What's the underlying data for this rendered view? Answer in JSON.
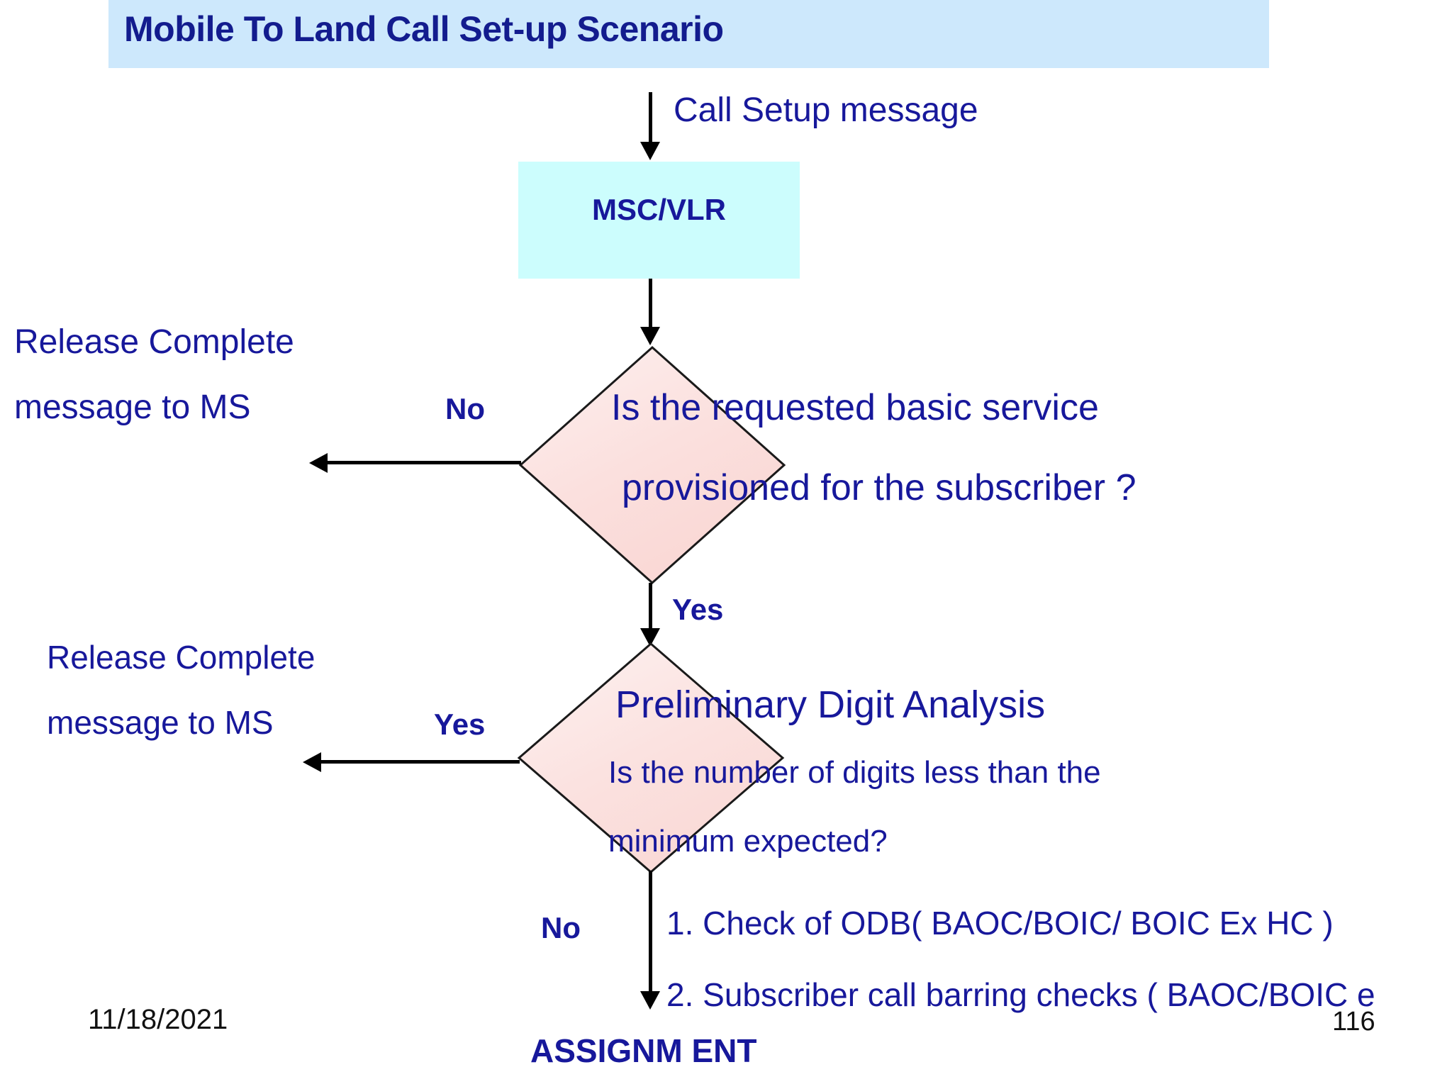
{
  "slide": {
    "title": "Mobile To Land Call Set-up Scenario",
    "banner_color": "#cde8fc",
    "text_color": "#17189b",
    "page_number": "116",
    "date": "11/18/2021"
  },
  "flow": {
    "entry_message": "Call Setup message",
    "msc_box": {
      "label": "MSC/VLR",
      "fill": "#ccfdfd"
    },
    "decision_1": {
      "line1": "Is the requested basic service",
      "line2": "provisioned for the subscriber ?",
      "fill": "#fbe2e0",
      "no_label": "No",
      "yes_label": "Yes",
      "no_branch": {
        "line1": "Release Complete",
        "line2": "message to MS"
      }
    },
    "decision_2": {
      "heading": "Preliminary  Digit Analysis",
      "line1": "Is the number of digits less than the",
      "line2": "minimum expected?",
      "fill": "#fbe2e0",
      "yes_label": "Yes",
      "no_label": "No",
      "yes_branch": {
        "line1": "Release Complete",
        "line2": "message to MS"
      }
    },
    "checks": {
      "item1": "1. Check of ODB( BAOC/BOIC/ BOIC Ex HC )",
      "item2": "2. Subscriber call barring checks ( BAOC/BOIC e"
    },
    "terminal": "ASSIGNM ENT"
  }
}
